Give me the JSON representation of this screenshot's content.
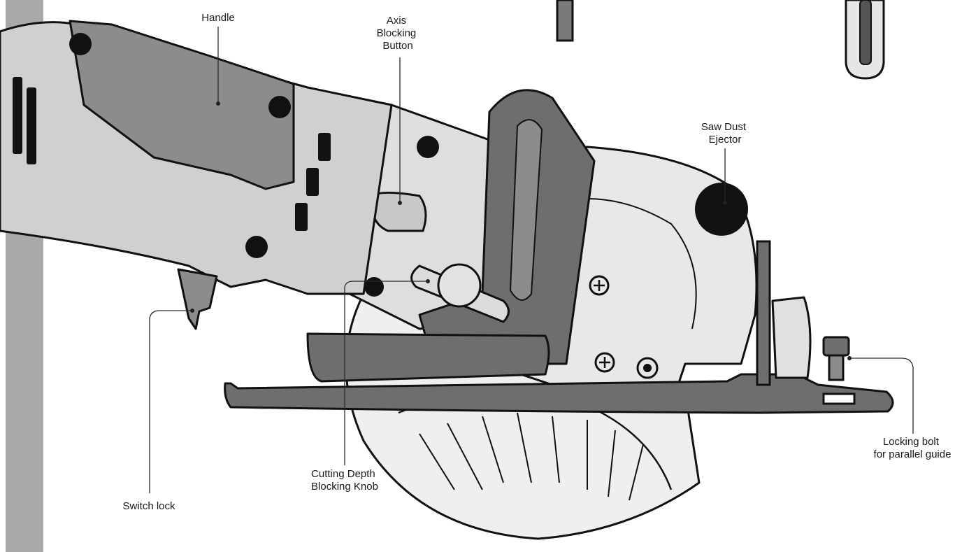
{
  "labels": {
    "handle": "Handle",
    "axis_blocking_button": [
      "Axis",
      "Blocking",
      "Button"
    ],
    "saw_dust_ejector": [
      "Saw Dust",
      "Ejector"
    ],
    "switch_lock": "Switch lock",
    "cutting_depth_blocking_knob": [
      "Cutting Depth",
      "Blocking Knob"
    ],
    "locking_bolt": [
      "Locking bolt",
      "for parallel guide"
    ]
  },
  "colors": {
    "background": "#ffffff",
    "body_light": "#d0d0d0",
    "body_mid": "#8c8c8c",
    "body_dark": "#6e6e6e",
    "blade_guard": "#e8e8e8",
    "outline": "#111111",
    "wall": "#a9a9a9"
  }
}
